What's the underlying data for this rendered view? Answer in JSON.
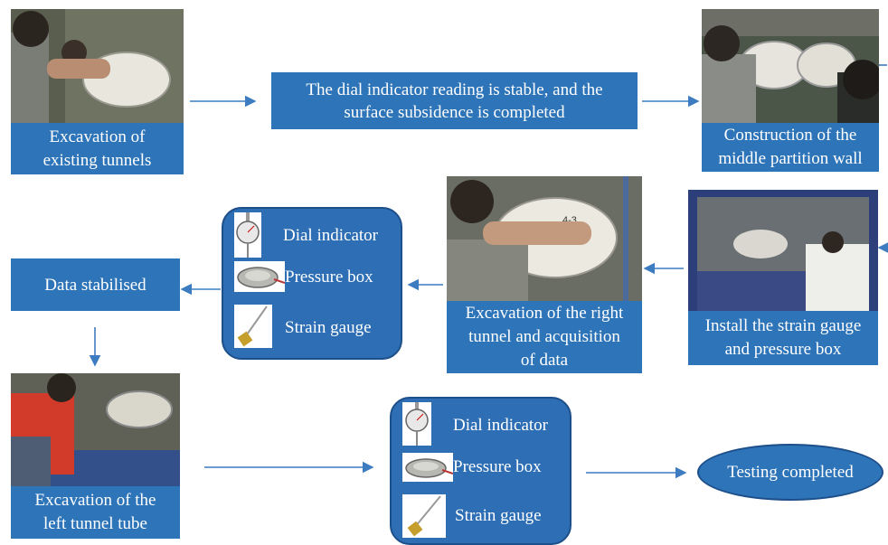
{
  "steps": {
    "excavation_existing": "Excavation of\nexisting tunnels",
    "dial_stable": "The dial indicator reading is stable, and the\nsurface subsidence is completed",
    "middle_wall": "Construction of the\nmiddle partition wall",
    "install_gauge": "Install the strain gauge\nand pressure box",
    "right_tunnel": "Excavation of the right\ntunnel and acquisition\nof data",
    "data_stabilised": "Data stabilised",
    "left_tunnel": "Excavation of the\nleft tunnel tube",
    "testing_completed": "Testing completed"
  },
  "instruments": {
    "dial_indicator": "Dial indicator",
    "pressure_box": "Pressure box",
    "strain_gauge": "Strain gauge"
  },
  "photo_marks": {
    "right_tunnel_label": "4-3"
  },
  "colors": {
    "box_fill": "#2e74b8",
    "panel_fill": "#2e6eb4",
    "arrow": "#3d7cc0",
    "text": "#ffffff"
  },
  "icons": [
    "dial-indicator-icon",
    "pressure-box-icon",
    "strain-gauge-icon",
    "arrow-icon"
  ]
}
